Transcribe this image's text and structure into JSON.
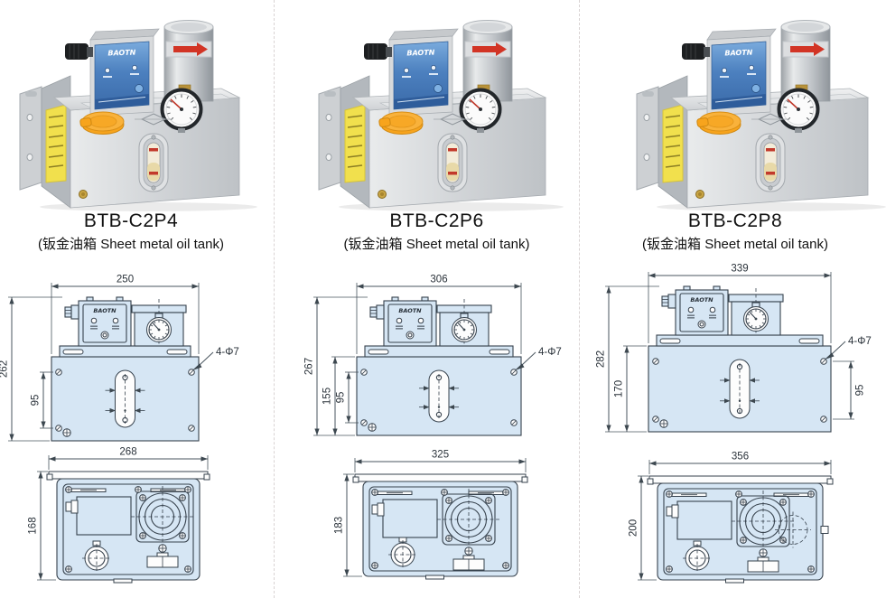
{
  "brand": "BAOTN",
  "columns": [
    {
      "model": "BTB-C2P4",
      "subtitle": "(钣金油箱 Sheet metal oil tank)",
      "front_view": {
        "overall_width": "250",
        "overall_height": "262",
        "tank_height": null,
        "hole_spacing": "95",
        "hole_spacing_side": "left",
        "mounting_holes_label": "4-Φ7"
      },
      "top_view": {
        "overall_width": "268",
        "overall_depth": "168",
        "extra_port": false
      }
    },
    {
      "model": "BTB-C2P6",
      "subtitle": "(钣金油箱 Sheet metal oil tank)",
      "front_view": {
        "overall_width": "306",
        "overall_height": "267",
        "tank_height": "155",
        "hole_spacing": "95",
        "hole_spacing_side": "left",
        "mounting_holes_label": "4-Φ7"
      },
      "top_view": {
        "overall_width": "325",
        "overall_depth": "183",
        "extra_port": false
      }
    },
    {
      "model": "BTB-C2P8",
      "subtitle": "(钣金油箱 Sheet metal oil tank)",
      "front_view": {
        "overall_width": "339",
        "overall_height": "282",
        "tank_height": "170",
        "hole_spacing": "95",
        "hole_spacing_side": "right",
        "mounting_holes_label": "4-Φ7"
      },
      "top_view": {
        "overall_width": "356",
        "overall_depth": "200",
        "extra_port": true
      }
    }
  ],
  "colors": {
    "drawing_fill": "#d6e6f4",
    "drawing_line": "#37424d",
    "dimension_text": "#2a323a",
    "panel_blue": "#4c80bf",
    "cap_yellow": "#f7a41d",
    "warning_label_yellow": "#f1e04d",
    "gauge_red": "#c0392b"
  }
}
